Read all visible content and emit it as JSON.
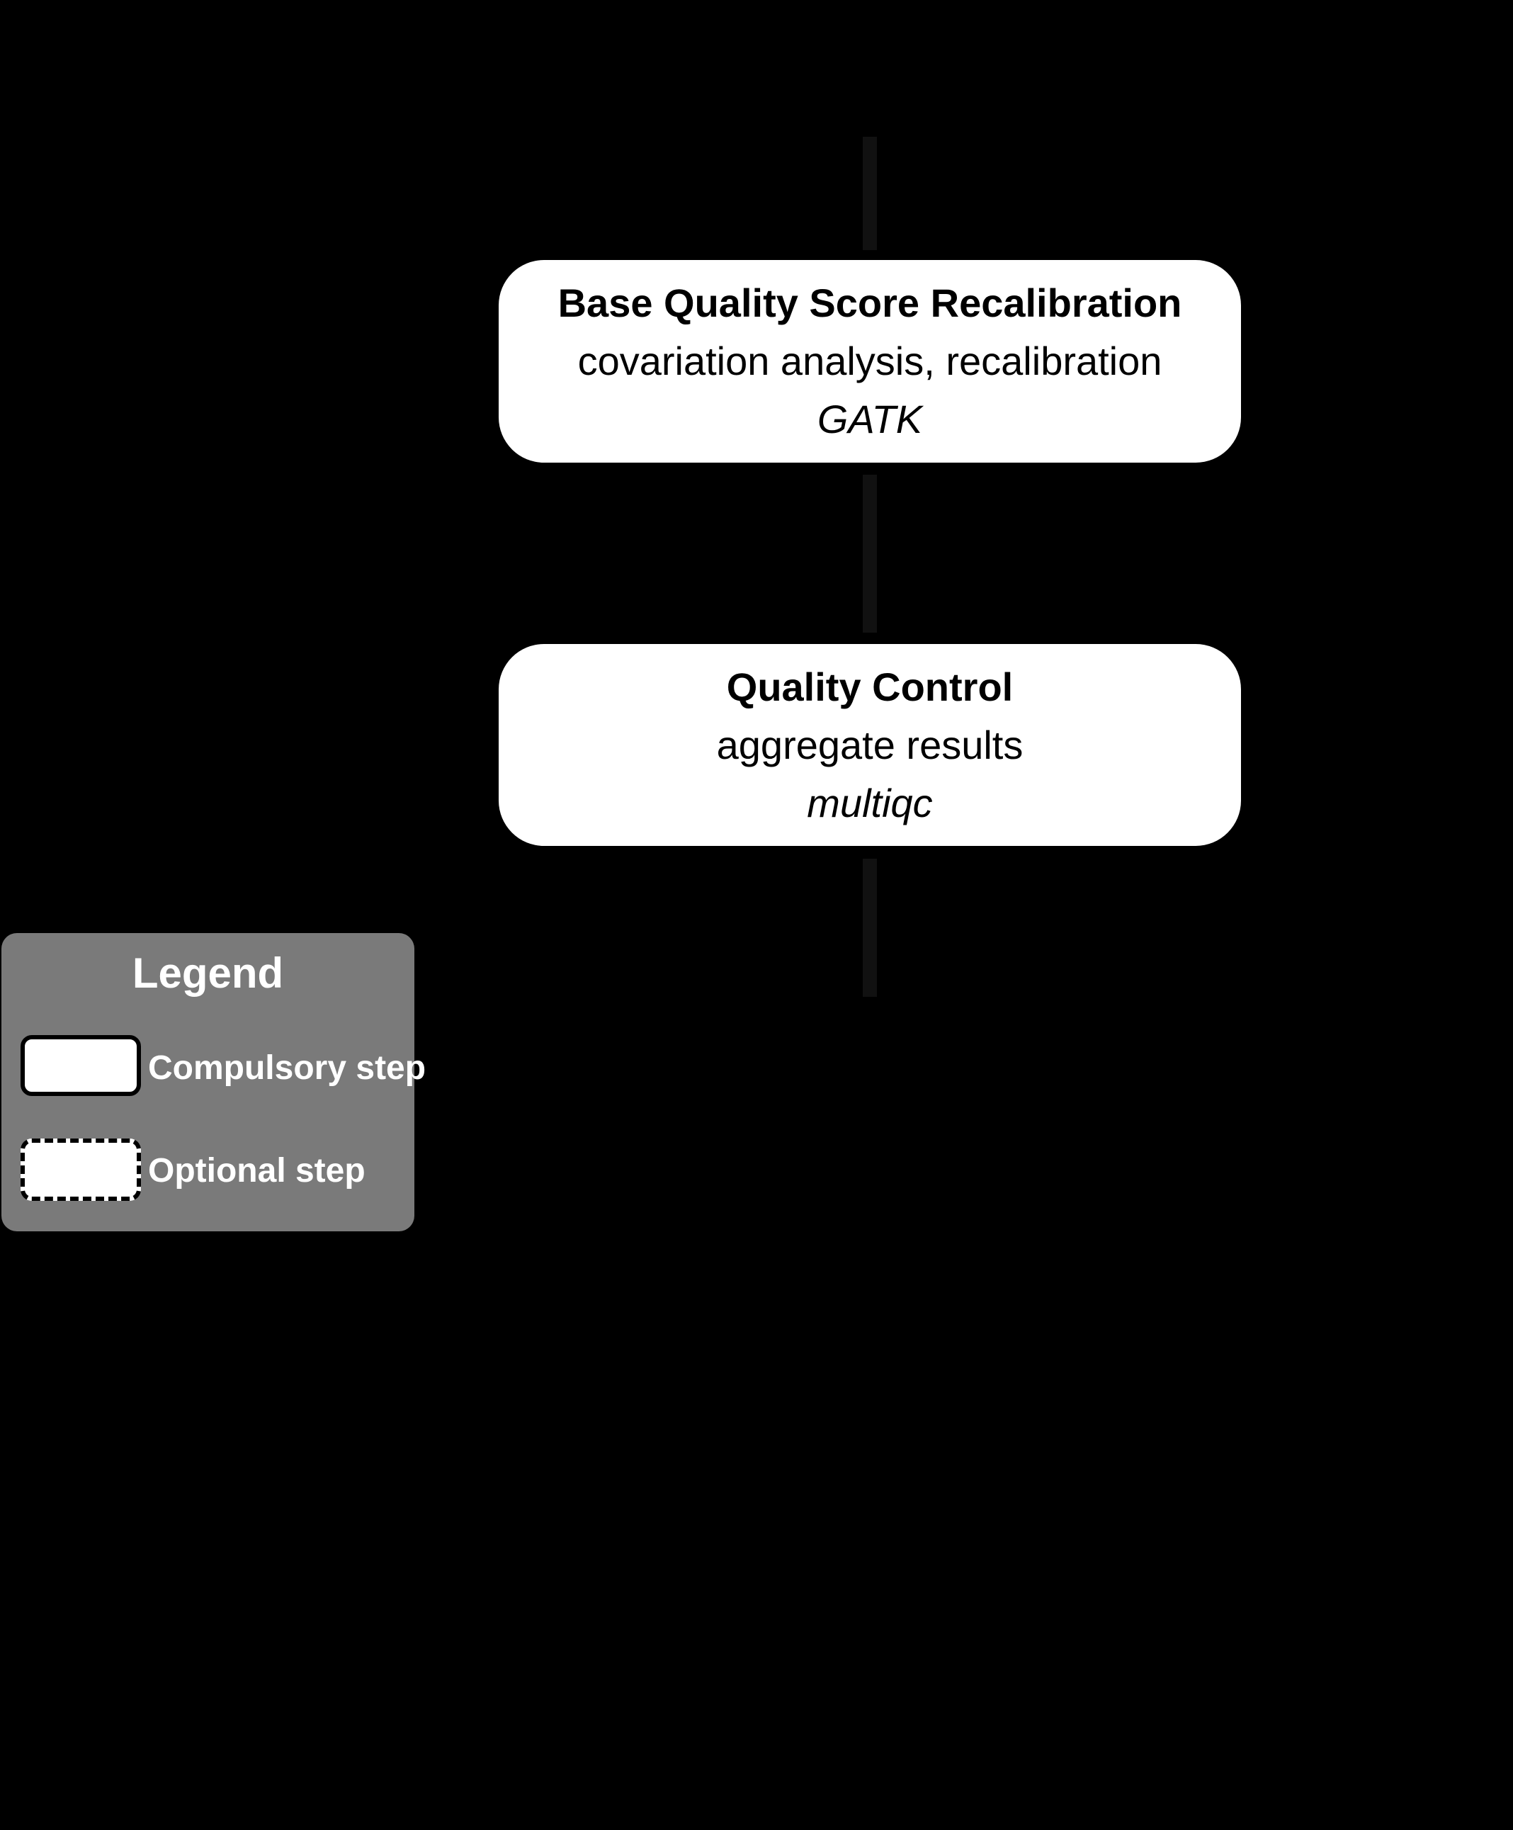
{
  "diagram": {
    "colors": {
      "background": "#000000",
      "connector": "#111111",
      "node_fill": "#ffffff",
      "node_text": "#000000",
      "legend_background": "#7a7a7a",
      "legend_text": "#ffffff",
      "swatch_fill": "#ffffff",
      "swatch_border": "#000000"
    },
    "nodes": [
      {
        "title": "Base Quality Score Recalibration",
        "subtitle": "covariation analysis, recalibration",
        "tool": "GATK"
      },
      {
        "title": "Quality Control",
        "subtitle": "aggregate results",
        "tool": "multiqc"
      }
    ],
    "legend": {
      "title": "Legend",
      "items": [
        {
          "label": "Compulsory step",
          "style": "solid"
        },
        {
          "label": "Optional step",
          "style": "dashed"
        }
      ]
    }
  }
}
